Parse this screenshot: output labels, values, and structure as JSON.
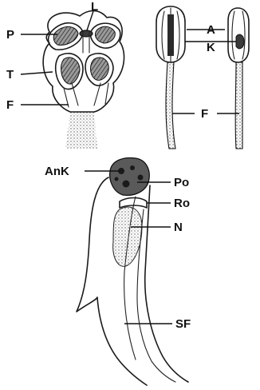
{
  "labels": {
    "L": "L",
    "P": "P",
    "T": "T",
    "F_left": "F",
    "A": "A",
    "K": "K",
    "F_right": "F",
    "AnK": "AnK",
    "Po": "Po",
    "Ro": "Ro",
    "N": "N",
    "SF": "SF"
  },
  "colors": {
    "ink": "#1a1a1a",
    "background": "#ffffff",
    "stipple": "#555555"
  }
}
